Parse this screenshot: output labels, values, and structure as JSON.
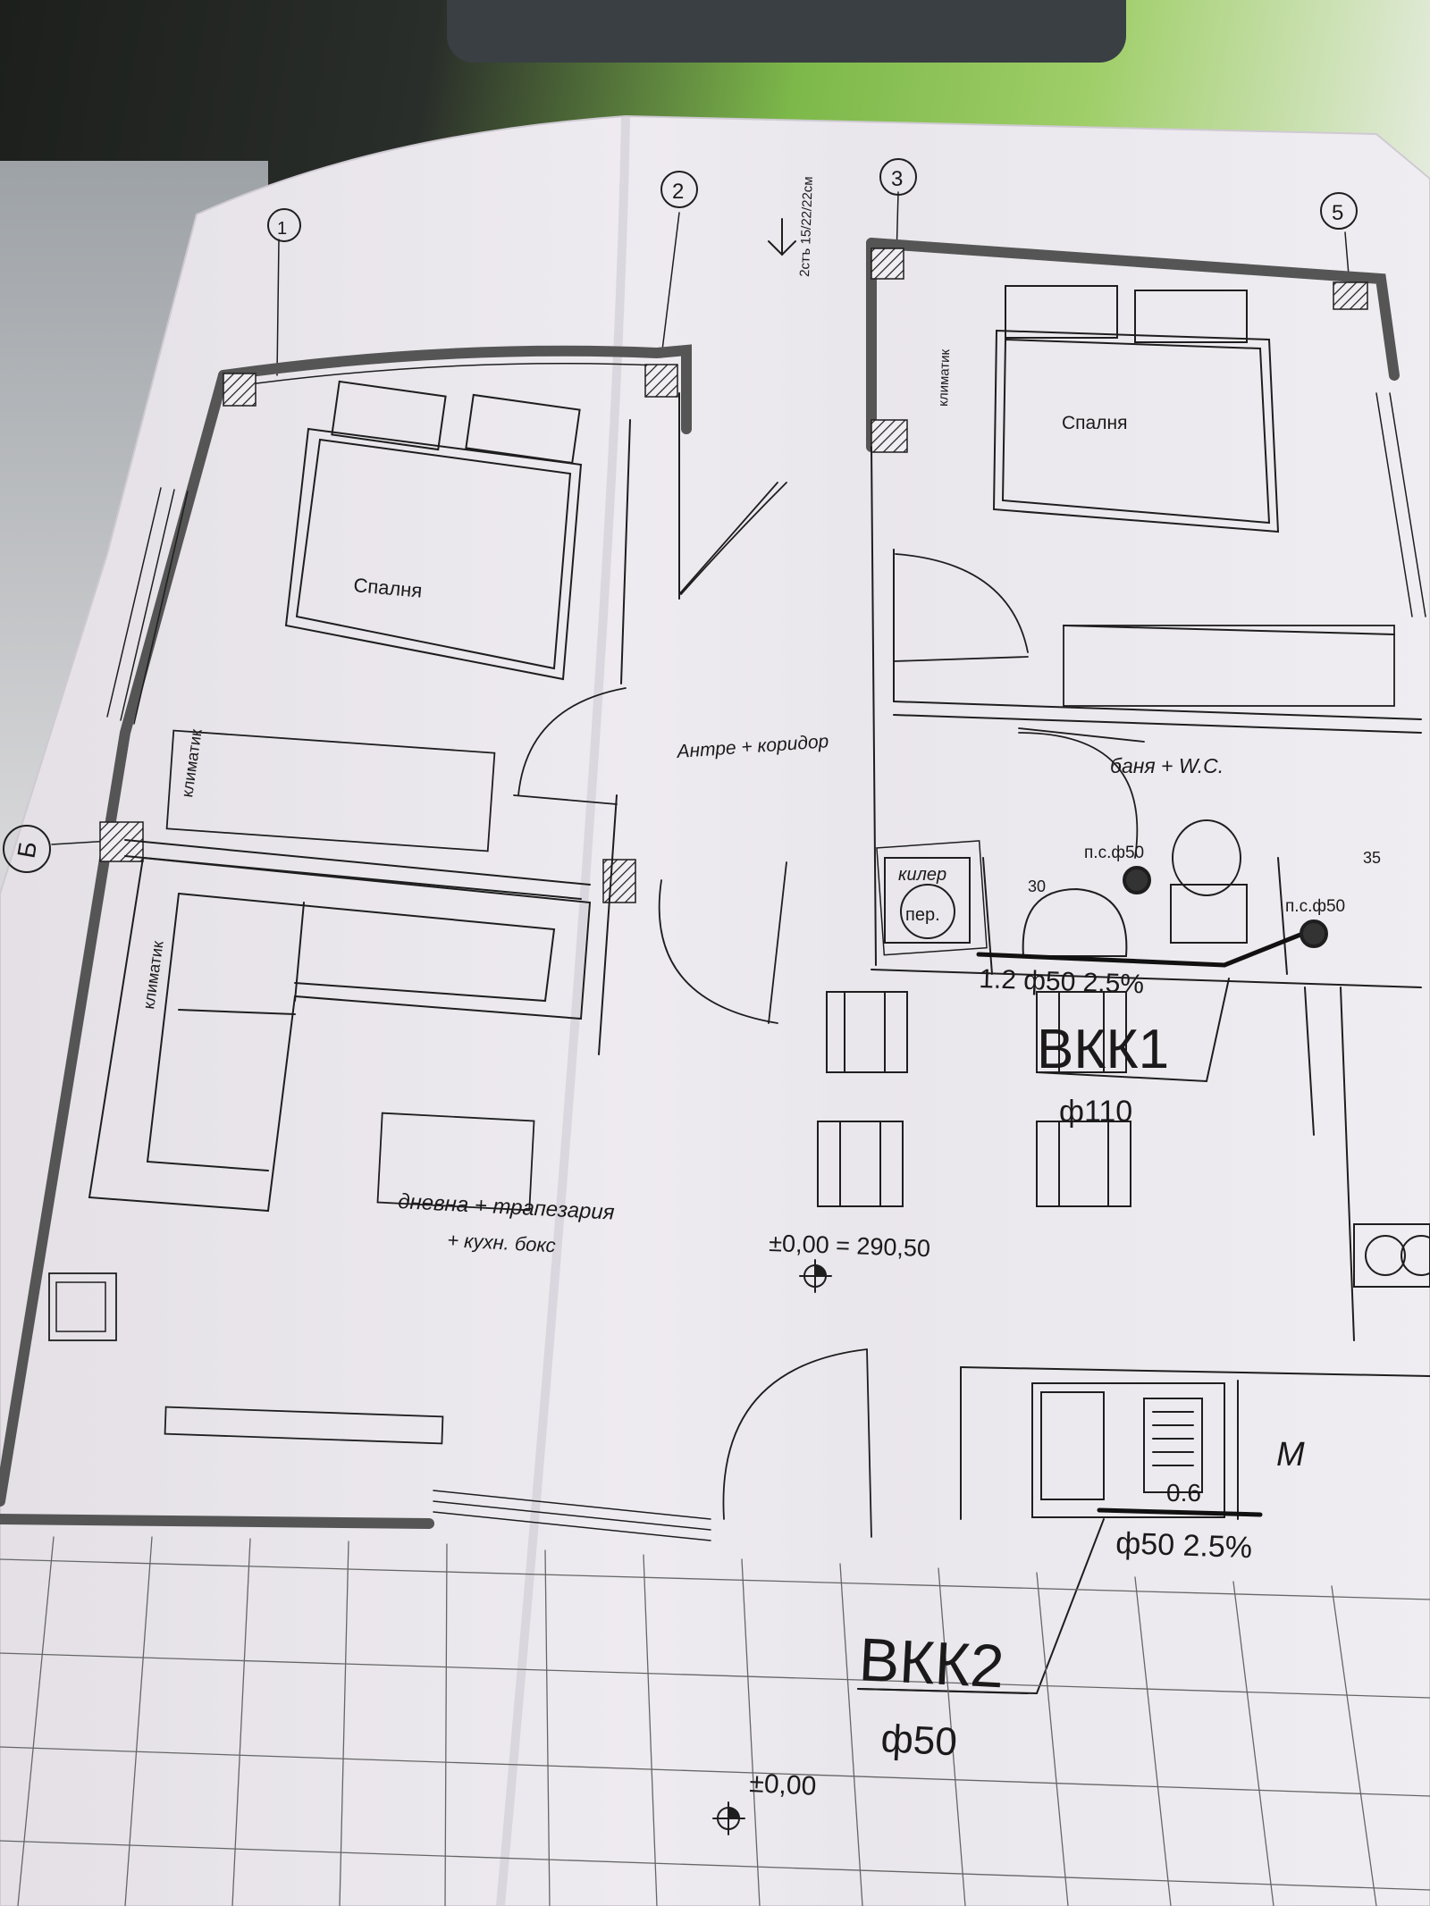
{
  "drawing": {
    "grid_axes": [
      "1",
      "2",
      "3",
      "5",
      "Б"
    ],
    "dimension_note": "2стъ 15/22/22см",
    "rooms": {
      "bedroom_left": "Спалня",
      "bedroom_right": "Спалня",
      "hallway": "Антре + коридор",
      "bathroom": "баня + W.C.",
      "pantry": "килер",
      "living": "дневна + трапезария",
      "living_line2": "+ кухн. бокс"
    },
    "labels": {
      "ac_left_top": "климатик",
      "ac_left_bottom": "климатик",
      "ac_right": "климатик",
      "washer": "пер.",
      "kitchen_m": "М"
    },
    "plumbing": {
      "ps_1": "п.с.ф50",
      "ps_2": "п.с.ф50",
      "dim_30": "30",
      "dim_35": "35",
      "pipe_1": "1.2  ф50  2.5%",
      "vkk1": "ВКК1",
      "vkk1_dia": "ф110",
      "pipe_2_slope": "0.6",
      "pipe_2": "ф50  2.5%",
      "vkk2": "ВКК2",
      "vkk2_dia": "ф50"
    },
    "elevations": {
      "main": "±0,00 = 290,50",
      "outside": "±0,00"
    }
  }
}
